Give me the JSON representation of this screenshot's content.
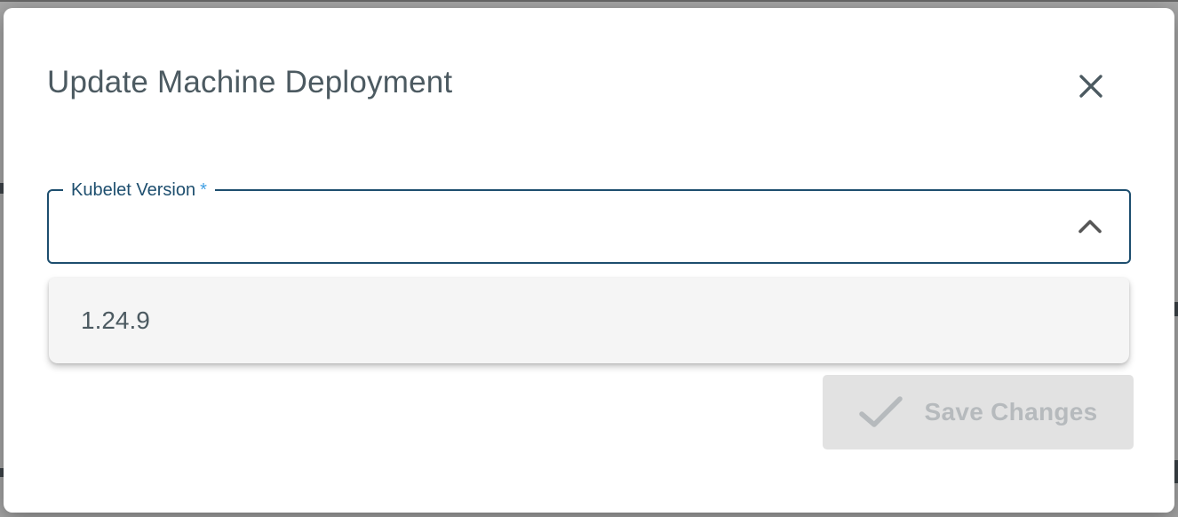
{
  "dialog": {
    "title": "Update Machine Deployment",
    "close_icon": "close-icon"
  },
  "form": {
    "kubelet_version": {
      "label": "Kubelet Version",
      "required_marker": "*",
      "value": "",
      "state": "open",
      "chevron_icon": "chevron-up-icon",
      "options": [
        "1.24.9"
      ]
    }
  },
  "actions": {
    "save": {
      "label": "Save Changes",
      "icon": "check-icon",
      "disabled": true
    }
  },
  "colors": {
    "accent_border": "#1d4e6e",
    "label_text": "#1d4e6e",
    "required_asterisk": "#42a0e3",
    "title_text": "#4c5a61",
    "option_text": "#4c5a61",
    "panel_bg": "#f5f5f5",
    "disabled_button_bg": "#e2e2e2",
    "disabled_button_text": "#b6babd",
    "backdrop": "#a6a6a6"
  }
}
